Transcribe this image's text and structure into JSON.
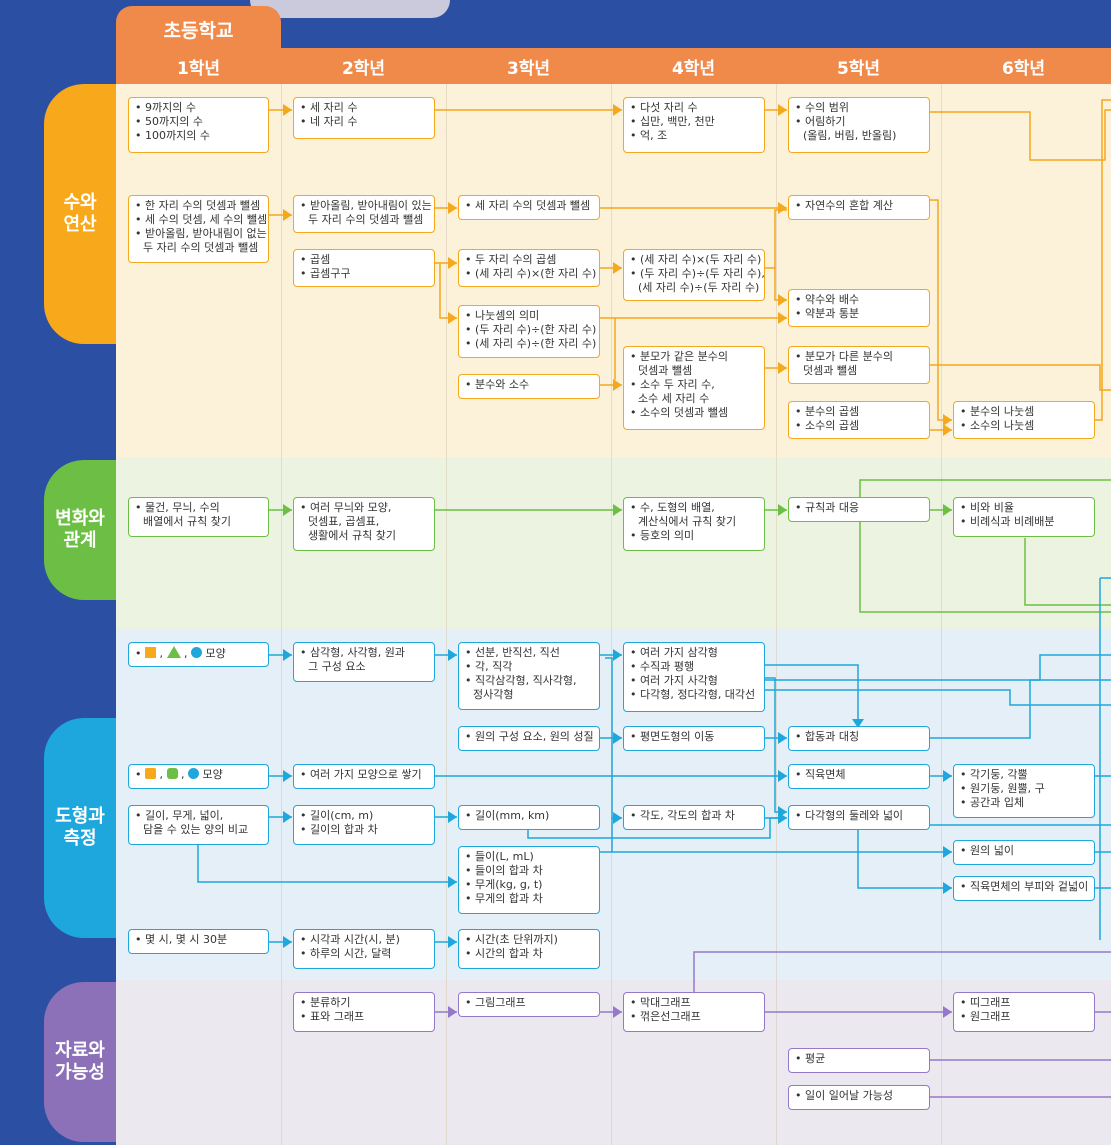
{
  "header": {
    "school_tab": "초등학교",
    "grades": [
      "1학년",
      "2학년",
      "3학년",
      "4학년",
      "5학년",
      "6학년"
    ]
  },
  "sections": [
    {
      "name": "수와\n연산",
      "color": "#f7a81b",
      "bg": "#fcf1d9"
    },
    {
      "name": "변화와\n관계",
      "color": "#6cbf44",
      "bg": "#ecf4e1"
    },
    {
      "name": "도형과\n측정",
      "color": "#1ea7dc",
      "bg": "#e4eff7"
    },
    {
      "name": "자료와\n가능성",
      "color": "#8d71b8",
      "bg": "#ece8ef"
    }
  ],
  "boxes": [
    {
      "id": "n1",
      "c": "y",
      "items": [
        "9까지의 수",
        "50까지의 수",
        "100까지의 수"
      ]
    },
    {
      "id": "n2",
      "c": "y",
      "items": [
        "세 자리 수",
        "네 자리 수"
      ]
    },
    {
      "id": "n3",
      "c": "y",
      "items": [
        "다섯 자리 수",
        "십만, 백만, 천만",
        "억, 조"
      ]
    },
    {
      "id": "n4",
      "c": "y",
      "items": [
        "수의 범위",
        "어림하기\n(올림, 버림, 반올림)"
      ]
    },
    {
      "id": "n5",
      "c": "y",
      "items": [
        "한 자리 수의 덧셈과 뺄셈",
        "세 수의 덧셈, 세 수의 뺄셈",
        "받아올림, 받아내림이 없는\n두 자리 수의 덧셈과 뺄셈"
      ]
    },
    {
      "id": "n6",
      "c": "y",
      "items": [
        "받아올림, 받아내림이 있는\n두 자리 수의 덧셈과 뺄셈"
      ]
    },
    {
      "id": "n7",
      "c": "y",
      "items": [
        "세 자리 수의 덧셈과 뺄셈"
      ]
    },
    {
      "id": "n8",
      "c": "y",
      "items": [
        "자연수의 혼합 계산"
      ]
    },
    {
      "id": "n9",
      "c": "y",
      "items": [
        "곱셈",
        "곱셈구구"
      ]
    },
    {
      "id": "n10",
      "c": "y",
      "items": [
        "두 자리 수의 곱셈",
        "(세 자리 수)×(한 자리 수)"
      ]
    },
    {
      "id": "n11",
      "c": "y",
      "items": [
        "(세 자리 수)×(두 자리 수)",
        "(두 자리 수)÷(두 자리 수),\n(세 자리 수)÷(두 자리 수)"
      ]
    },
    {
      "id": "n12",
      "c": "y",
      "items": [
        "약수와 배수",
        "약분과 통분"
      ]
    },
    {
      "id": "n13",
      "c": "y",
      "items": [
        "나눗셈의 의미",
        "(두 자리 수)÷(한 자리 수)",
        "(세 자리 수)÷(한 자리 수)"
      ]
    },
    {
      "id": "n14",
      "c": "y",
      "items": [
        "분모가 같은 분수의\n덧셈과 뺄셈",
        "소수 두 자리 수,\n소수 세 자리 수",
        "소수의 덧셈과 뺄셈"
      ]
    },
    {
      "id": "n15",
      "c": "y",
      "items": [
        "분모가 다른 분수의\n덧셈과 뺄셈"
      ]
    },
    {
      "id": "n16",
      "c": "y",
      "items": [
        "분수와 소수"
      ]
    },
    {
      "id": "n17",
      "c": "y",
      "items": [
        "분수의 곱셈",
        "소수의 곱셈"
      ]
    },
    {
      "id": "n18",
      "c": "y",
      "items": [
        "분수의 나눗셈",
        "소수의 나눗셈"
      ]
    },
    {
      "id": "r1",
      "c": "g",
      "items": [
        "물건, 무늬, 수의\n배열에서 규칙 찾기"
      ]
    },
    {
      "id": "r2",
      "c": "g",
      "items": [
        "여러 무늬와 모양,\n덧셈표, 곱셈표,\n생활에서 규칙 찾기"
      ]
    },
    {
      "id": "r3",
      "c": "g",
      "items": [
        "수, 도형의 배열,\n계산식에서 규칙 찾기",
        "등호의 의미"
      ]
    },
    {
      "id": "r4",
      "c": "g",
      "items": [
        "규칙과 대응"
      ]
    },
    {
      "id": "r5",
      "c": "g",
      "items": [
        "비와 비율",
        "비례식과 비례배분"
      ]
    },
    {
      "id": "s1",
      "c": "b",
      "items": [
        "shapes1"
      ],
      "tail": "모양"
    },
    {
      "id": "s2",
      "c": "b",
      "items": [
        "삼각형, 사각형, 원과\n그 구성 요소"
      ]
    },
    {
      "id": "s3",
      "c": "b",
      "items": [
        "선분, 반직선, 직선",
        "각, 직각",
        "직각삼각형, 직사각형,\n정사각형"
      ]
    },
    {
      "id": "s4",
      "c": "b",
      "items": [
        "여러 가지 삼각형",
        "수직과 평행",
        "여러 가지 사각형",
        "다각형, 정다각형, 대각선"
      ]
    },
    {
      "id": "s5",
      "c": "b",
      "items": [
        "원의 구성 요소, 원의 성질"
      ]
    },
    {
      "id": "s6",
      "c": "b",
      "items": [
        "평면도형의 이동"
      ]
    },
    {
      "id": "s7",
      "c": "b",
      "items": [
        "합동과 대칭"
      ]
    },
    {
      "id": "s8",
      "c": "b",
      "items": [
        "shapes2"
      ],
      "tail": "모양"
    },
    {
      "id": "s9",
      "c": "b",
      "items": [
        "여러 가지 모양으로 쌓기"
      ]
    },
    {
      "id": "s10",
      "c": "b",
      "items": [
        "직육면체"
      ]
    },
    {
      "id": "s11",
      "c": "b",
      "items": [
        "각기둥, 각뿔",
        "원기둥, 원뿔, 구",
        "공간과 입체"
      ]
    },
    {
      "id": "s12",
      "c": "b",
      "items": [
        "길이, 무게, 넓이,\n담을 수 있는 양의 비교"
      ]
    },
    {
      "id": "s13",
      "c": "b",
      "items": [
        "길이(cm, m)",
        "길이의 합과 차"
      ]
    },
    {
      "id": "s14",
      "c": "b",
      "items": [
        "길이(mm, km)"
      ]
    },
    {
      "id": "s15",
      "c": "b",
      "items": [
        "각도, 각도의 합과 차"
      ]
    },
    {
      "id": "s16",
      "c": "b",
      "items": [
        "다각형의 둘레와 넓이"
      ]
    },
    {
      "id": "s17",
      "c": "b",
      "items": [
        "원의 넓이"
      ]
    },
    {
      "id": "s18",
      "c": "b",
      "items": [
        "들이(L, mL)",
        "들이의 합과 차",
        "무게(kg, g, t)",
        "무게의 합과 차"
      ]
    },
    {
      "id": "s19",
      "c": "b",
      "items": [
        "직육면체의 부피와 겉넓이"
      ]
    },
    {
      "id": "s20",
      "c": "b",
      "items": [
        "몇 시, 몇 시 30분"
      ]
    },
    {
      "id": "s21",
      "c": "b",
      "items": [
        "시각과 시간(시, 분)",
        "하루의 시간, 달력"
      ]
    },
    {
      "id": "s22",
      "c": "b",
      "items": [
        "시간(초 단위까지)",
        "시간의 합과 차"
      ]
    },
    {
      "id": "d1",
      "c": "p",
      "items": [
        "분류하기",
        "표와 그래프"
      ]
    },
    {
      "id": "d2",
      "c": "p",
      "items": [
        "그림그래프"
      ]
    },
    {
      "id": "d3",
      "c": "p",
      "items": [
        "막대그래프",
        "꺾은선그래프"
      ]
    },
    {
      "id": "d4",
      "c": "p",
      "items": [
        "띠그래프",
        "원그래프"
      ]
    },
    {
      "id": "d5",
      "c": "p",
      "items": [
        "평균"
      ]
    },
    {
      "id": "d6",
      "c": "p",
      "items": [
        "일이 일어날 가능성"
      ]
    }
  ]
}
